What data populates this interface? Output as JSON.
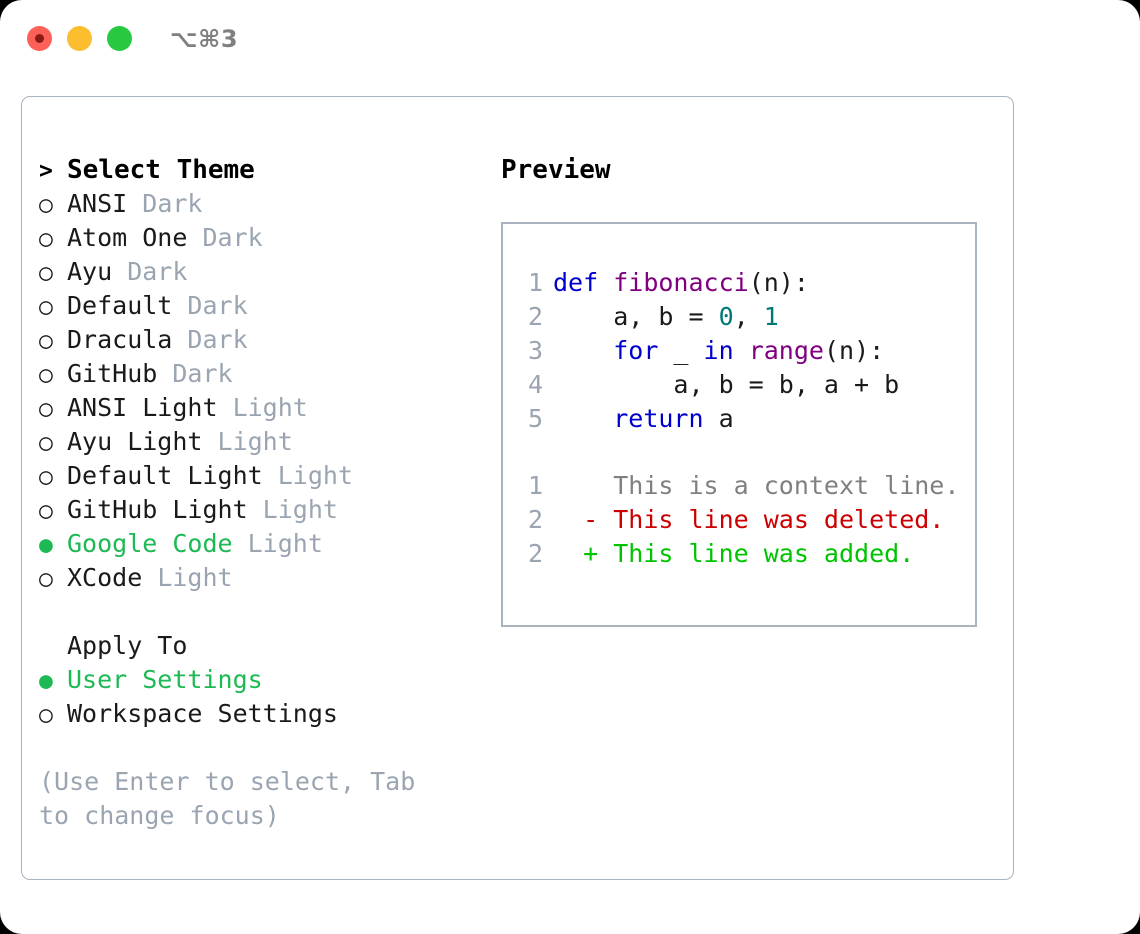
{
  "window": {
    "shortcut": "⌥⌘3",
    "traffic_lights": {
      "close": "close-button",
      "minimize": "minimize-button",
      "maximize": "maximize-button"
    }
  },
  "colors": {
    "selected_green": "#1db954",
    "muted_gray": "#9aa5b1",
    "border": "#aab4c0",
    "keyword_blue": "#0000cd",
    "function_purple": "#800080",
    "number_teal": "#007878",
    "diff_deleted": "#cc0000",
    "diff_added": "#00c400"
  },
  "theme_picker": {
    "header_prefix": ">",
    "header_label": "Select Theme",
    "marker_unselected": "○",
    "marker_selected": "●",
    "items": [
      {
        "name": "ANSI",
        "kind": "Dark",
        "selected": false
      },
      {
        "name": "Atom One",
        "kind": "Dark",
        "selected": false
      },
      {
        "name": "Ayu",
        "kind": "Dark",
        "selected": false
      },
      {
        "name": "Default",
        "kind": "Dark",
        "selected": false
      },
      {
        "name": "Dracula",
        "kind": "Dark",
        "selected": false
      },
      {
        "name": "GitHub",
        "kind": "Dark",
        "selected": false
      },
      {
        "name": "ANSI Light",
        "kind": "Light",
        "selected": false
      },
      {
        "name": "Ayu Light",
        "kind": "Light",
        "selected": false
      },
      {
        "name": "Default Light",
        "kind": "Light",
        "selected": false
      },
      {
        "name": "GitHub Light",
        "kind": "Light",
        "selected": false
      },
      {
        "name": "Google Code",
        "kind": "Light",
        "selected": true
      },
      {
        "name": "XCode",
        "kind": "Light",
        "selected": false
      }
    ]
  },
  "apply_to": {
    "title": "Apply To",
    "options": [
      {
        "label": "User Settings",
        "selected": true
      },
      {
        "label": "Workspace Settings",
        "selected": false
      }
    ]
  },
  "hint": "(Use Enter to select, Tab to change focus)",
  "preview": {
    "title": "Preview",
    "code_lines": [
      {
        "no": "1",
        "tokens": [
          {
            "t": "def ",
            "c": "kw"
          },
          {
            "t": "fibonacci",
            "c": "fn"
          },
          {
            "t": "(n):",
            "c": "plain"
          }
        ]
      },
      {
        "no": "2",
        "tokens": [
          {
            "t": "    a, b = ",
            "c": "plain"
          },
          {
            "t": "0",
            "c": "num"
          },
          {
            "t": ", ",
            "c": "plain"
          },
          {
            "t": "1",
            "c": "num"
          }
        ]
      },
      {
        "no": "3",
        "tokens": [
          {
            "t": "    ",
            "c": "plain"
          },
          {
            "t": "for",
            "c": "kw"
          },
          {
            "t": " _ ",
            "c": "plain"
          },
          {
            "t": "in",
            "c": "kw"
          },
          {
            "t": " ",
            "c": "plain"
          },
          {
            "t": "range",
            "c": "fn"
          },
          {
            "t": "(n):",
            "c": "plain"
          }
        ]
      },
      {
        "no": "4",
        "tokens": [
          {
            "t": "        a, b = b, a + b",
            "c": "plain"
          }
        ]
      },
      {
        "no": "5",
        "tokens": [
          {
            "t": "    ",
            "c": "plain"
          },
          {
            "t": "return",
            "c": "kw"
          },
          {
            "t": " a",
            "c": "plain"
          }
        ]
      }
    ],
    "diff_lines": [
      {
        "no": "1",
        "sign": " ",
        "text": "This is a context line.",
        "kind": "ctx"
      },
      {
        "no": "2",
        "sign": "-",
        "text": "This line was deleted.",
        "kind": "del"
      },
      {
        "no": "2",
        "sign": "+",
        "text": "This line was added.",
        "kind": "add"
      }
    ]
  }
}
